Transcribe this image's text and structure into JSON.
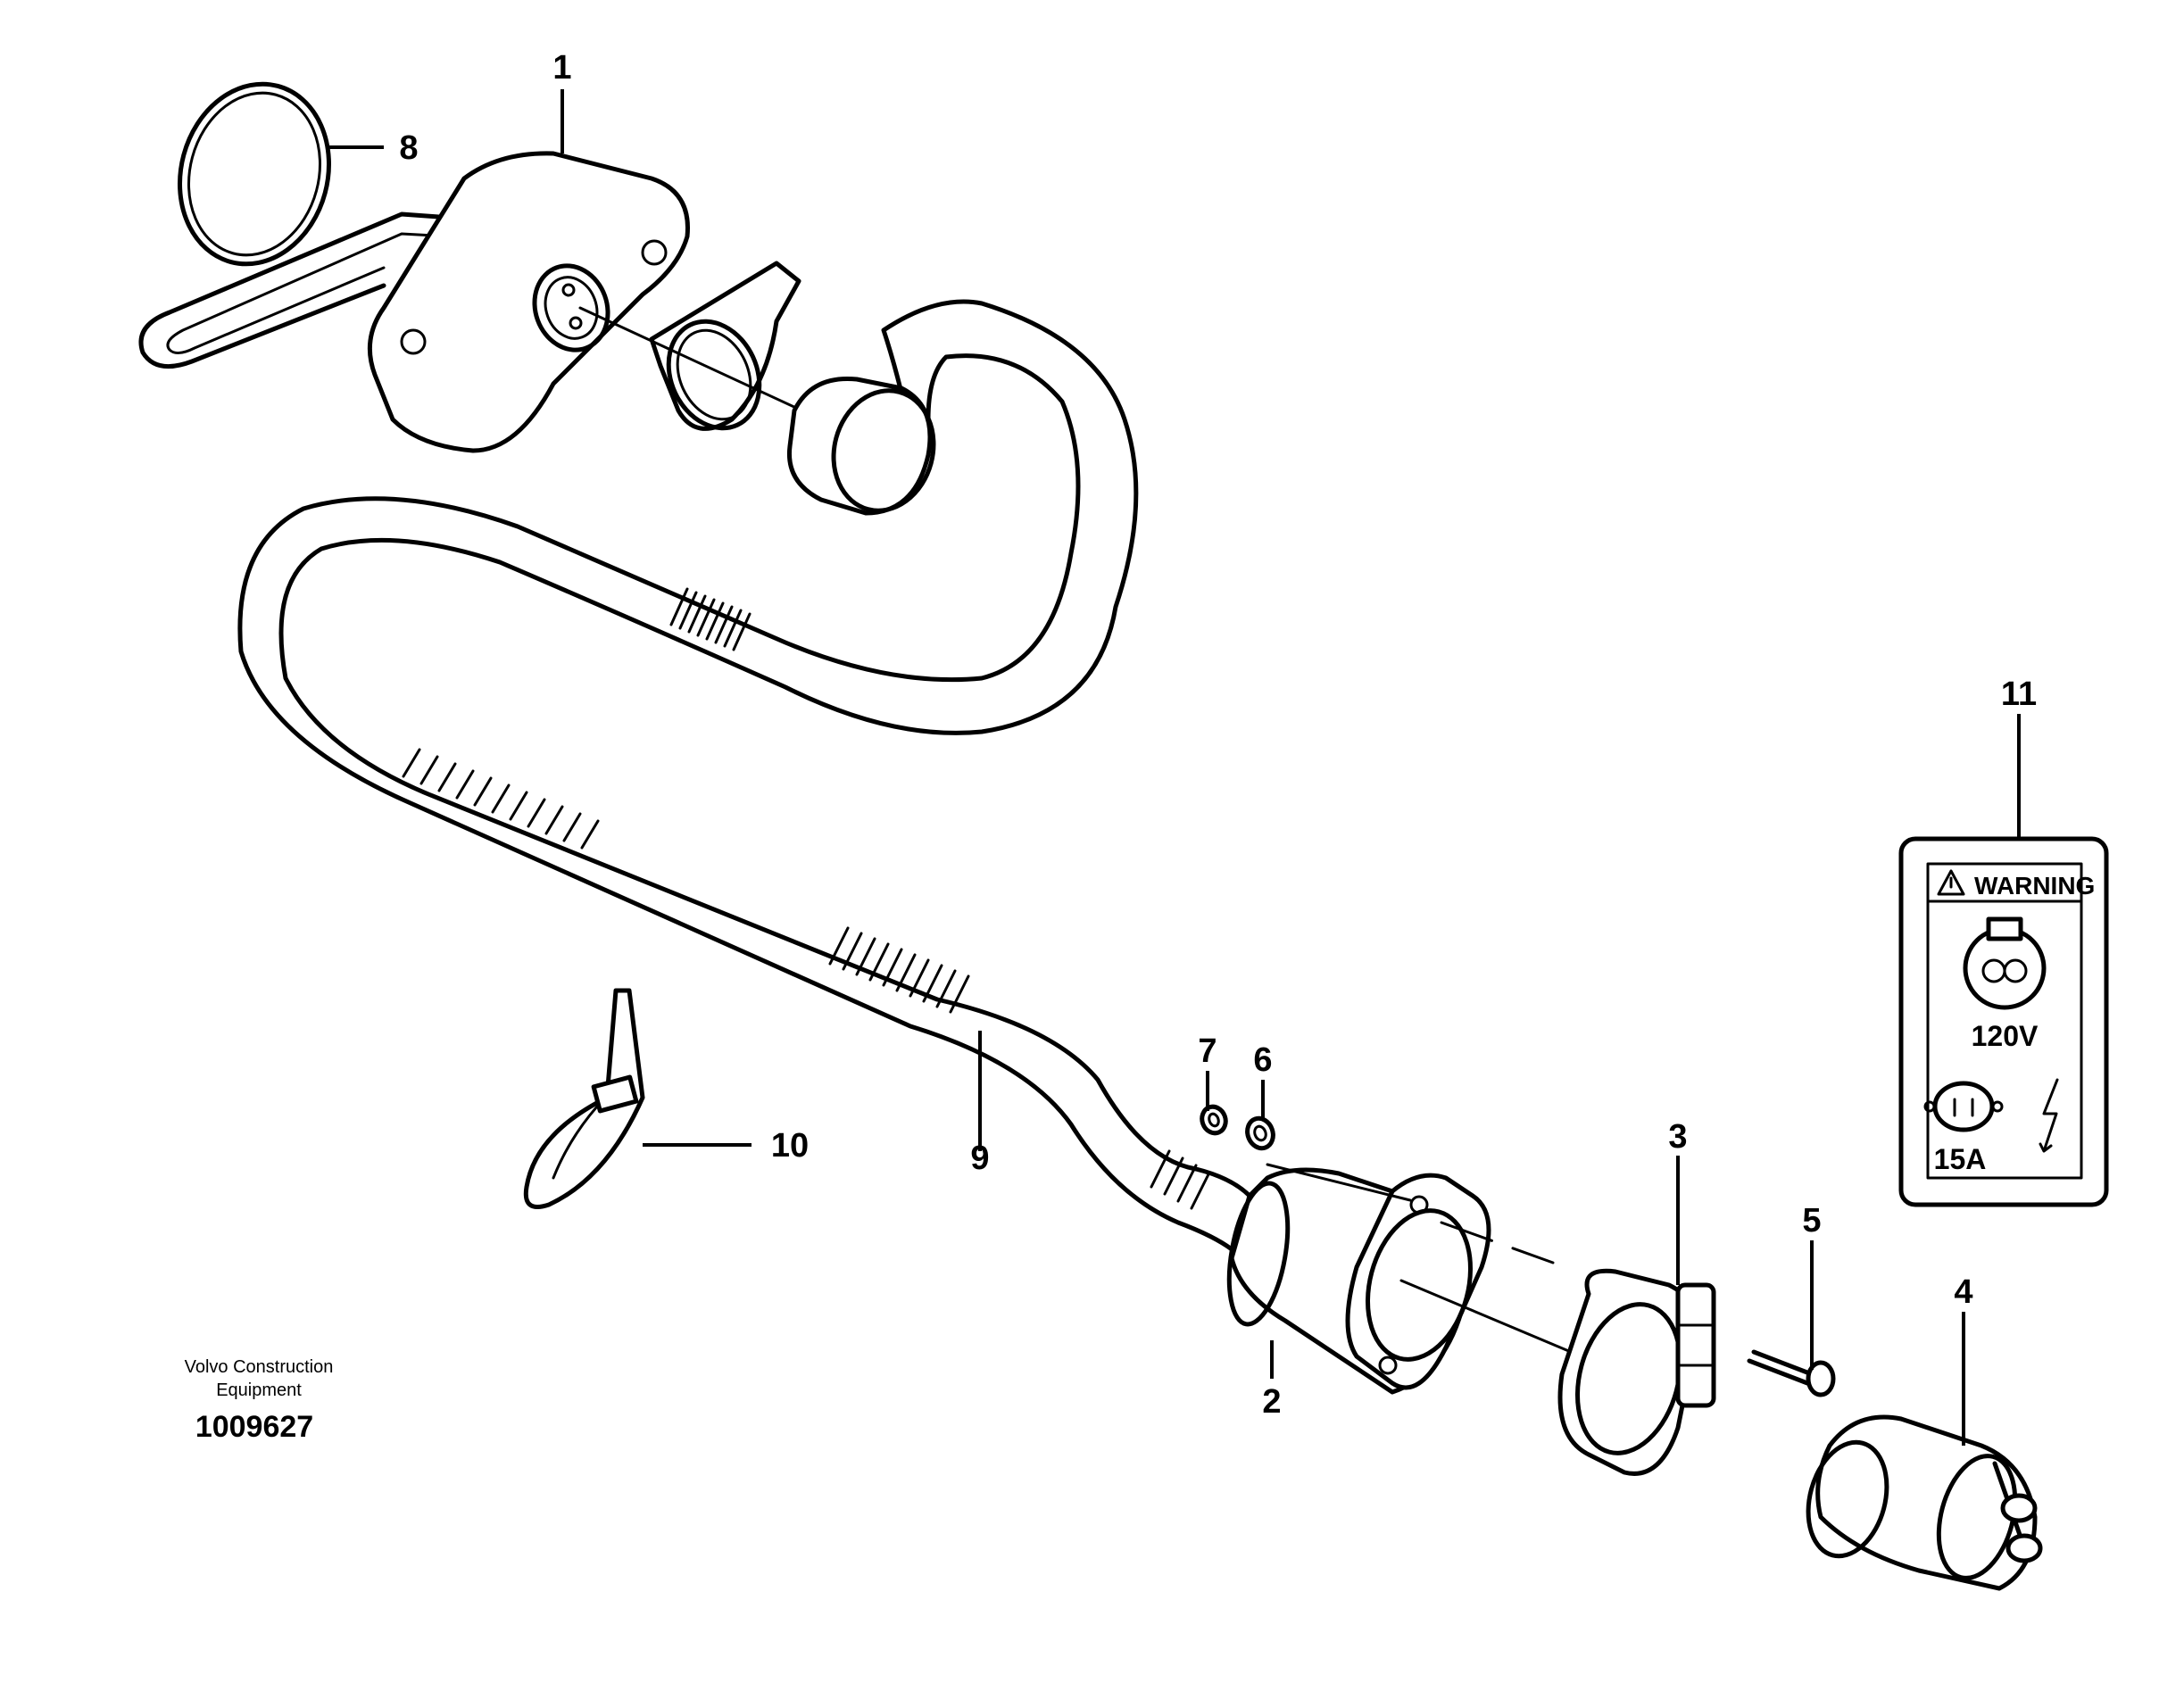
{
  "diagram": {
    "callouts": [
      {
        "id": "1",
        "label": "1"
      },
      {
        "id": "2",
        "label": "2"
      },
      {
        "id": "3",
        "label": "3"
      },
      {
        "id": "4",
        "label": "4"
      },
      {
        "id": "5",
        "label": "5"
      },
      {
        "id": "6",
        "label": "6"
      },
      {
        "id": "7",
        "label": "7"
      },
      {
        "id": "8",
        "label": "8"
      },
      {
        "id": "9",
        "label": "9"
      },
      {
        "id": "10",
        "label": "10"
      },
      {
        "id": "11",
        "label": "11"
      }
    ],
    "warning_sign": {
      "header": "WARNING",
      "voltage": "120V",
      "amperage": "15A"
    },
    "credit": {
      "line1": "Volvo Construction",
      "line2": "Equipment",
      "doc_number": "1009627"
    }
  }
}
